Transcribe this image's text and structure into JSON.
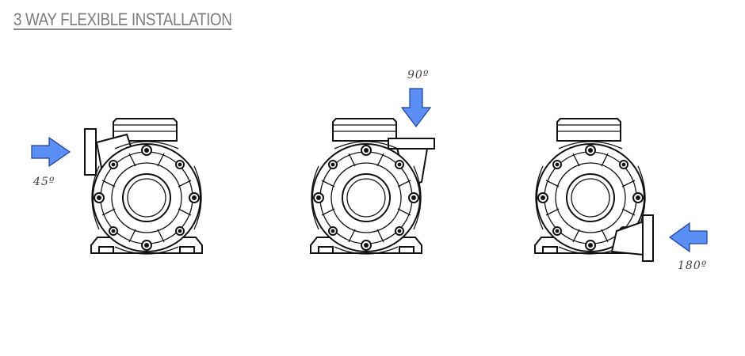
{
  "title": "3 WAY FLEXIBLE INSTALLATION",
  "pumps": [
    {
      "angle_label": "45º",
      "inlet_side": "left"
    },
    {
      "angle_label": "90º",
      "inlet_side": "top"
    },
    {
      "angle_label": "180º",
      "inlet_side": "right"
    }
  ],
  "colors": {
    "arrow_fill": "#5b8ff5",
    "arrow_stroke": "#1d3f99",
    "title": "#7d7d7d",
    "line": "#111111"
  }
}
